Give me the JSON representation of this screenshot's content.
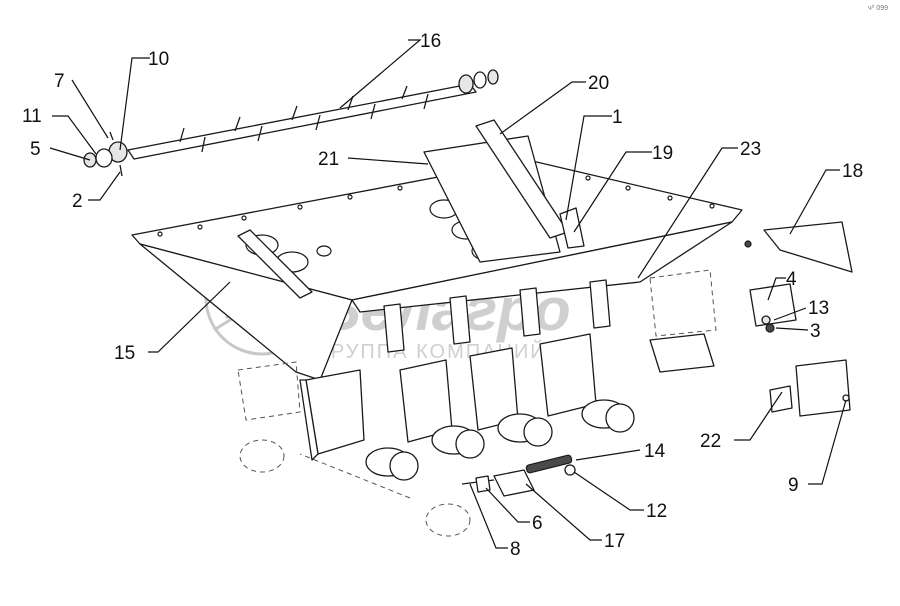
{
  "watermark": {
    "brand": "Белагро",
    "subtitle": "ГРУППА КОМПАНИЙ"
  },
  "corner_code": "ч⁰ 099",
  "callouts": [
    {
      "id": "c1",
      "text": "1"
    },
    {
      "id": "c2",
      "text": "2"
    },
    {
      "id": "c3",
      "text": "3"
    },
    {
      "id": "c4",
      "text": "4"
    },
    {
      "id": "c5",
      "text": "5"
    },
    {
      "id": "c6",
      "text": "6"
    },
    {
      "id": "c7",
      "text": "7"
    },
    {
      "id": "c8",
      "text": "8"
    },
    {
      "id": "c9",
      "text": "9"
    },
    {
      "id": "c10",
      "text": "10"
    },
    {
      "id": "c11",
      "text": "11"
    },
    {
      "id": "c12",
      "text": "12"
    },
    {
      "id": "c13",
      "text": "13"
    },
    {
      "id": "c14",
      "text": "14"
    },
    {
      "id": "c15",
      "text": "15"
    },
    {
      "id": "c16",
      "text": "16"
    },
    {
      "id": "c17",
      "text": "17"
    },
    {
      "id": "c18",
      "text": "18"
    },
    {
      "id": "c19",
      "text": "19"
    },
    {
      "id": "c20",
      "text": "20"
    },
    {
      "id": "c21",
      "text": "21"
    },
    {
      "id": "c22",
      "text": "22"
    },
    {
      "id": "c23",
      "text": "23"
    }
  ]
}
